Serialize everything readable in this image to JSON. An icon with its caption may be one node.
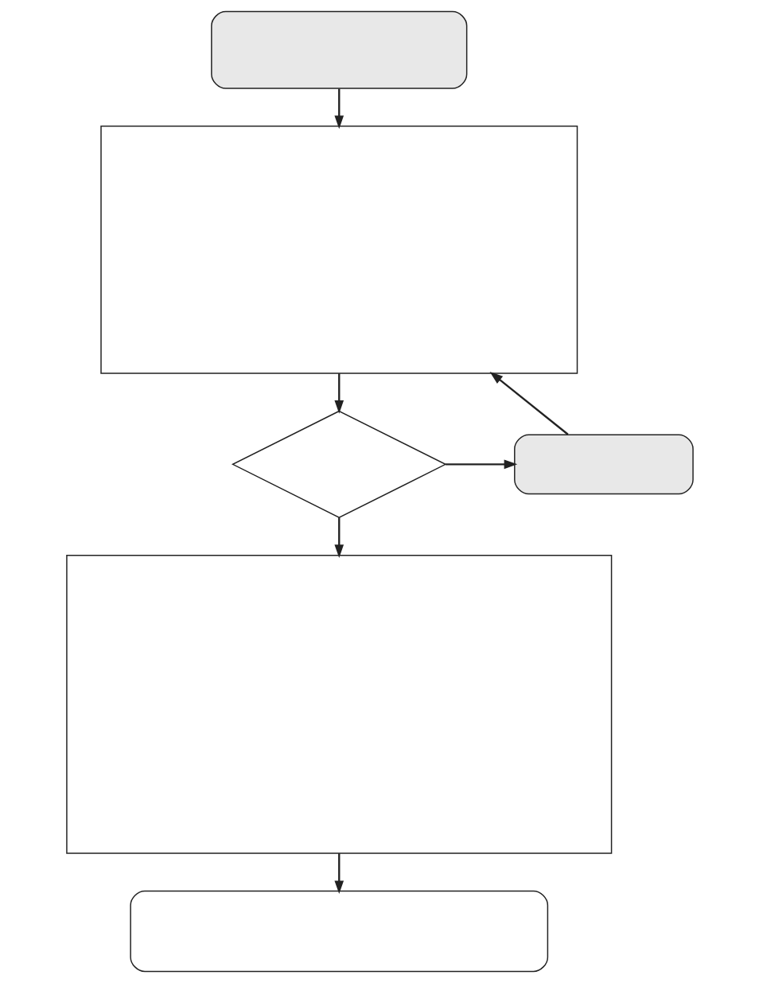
{
  "diagram": {
    "nodes": [
      {
        "text": [],
        "shape": "box"
      },
      {
        "text": [],
        "shape": "box"
      },
      {
        "text": [],
        "shape": "diamond"
      },
      {
        "text": [],
        "shape": "box"
      },
      {
        "text": [],
        "shape": "box"
      },
      {
        "text": [],
        "shape": "box"
      }
    ],
    "edges": [
      {
        "from": 0,
        "to": 1,
        "arrow": "to"
      },
      {
        "from": 1,
        "to": 2,
        "arrow": "to"
      },
      {
        "from": 2,
        "to": 3,
        "arrow": "to"
      },
      {
        "from": 3,
        "to": 1,
        "arrow": "to"
      },
      {
        "from": 2,
        "to": 4,
        "arrow": "to"
      },
      {
        "from": 4,
        "to": 5,
        "arrow": "to"
      }
    ]
  }
}
